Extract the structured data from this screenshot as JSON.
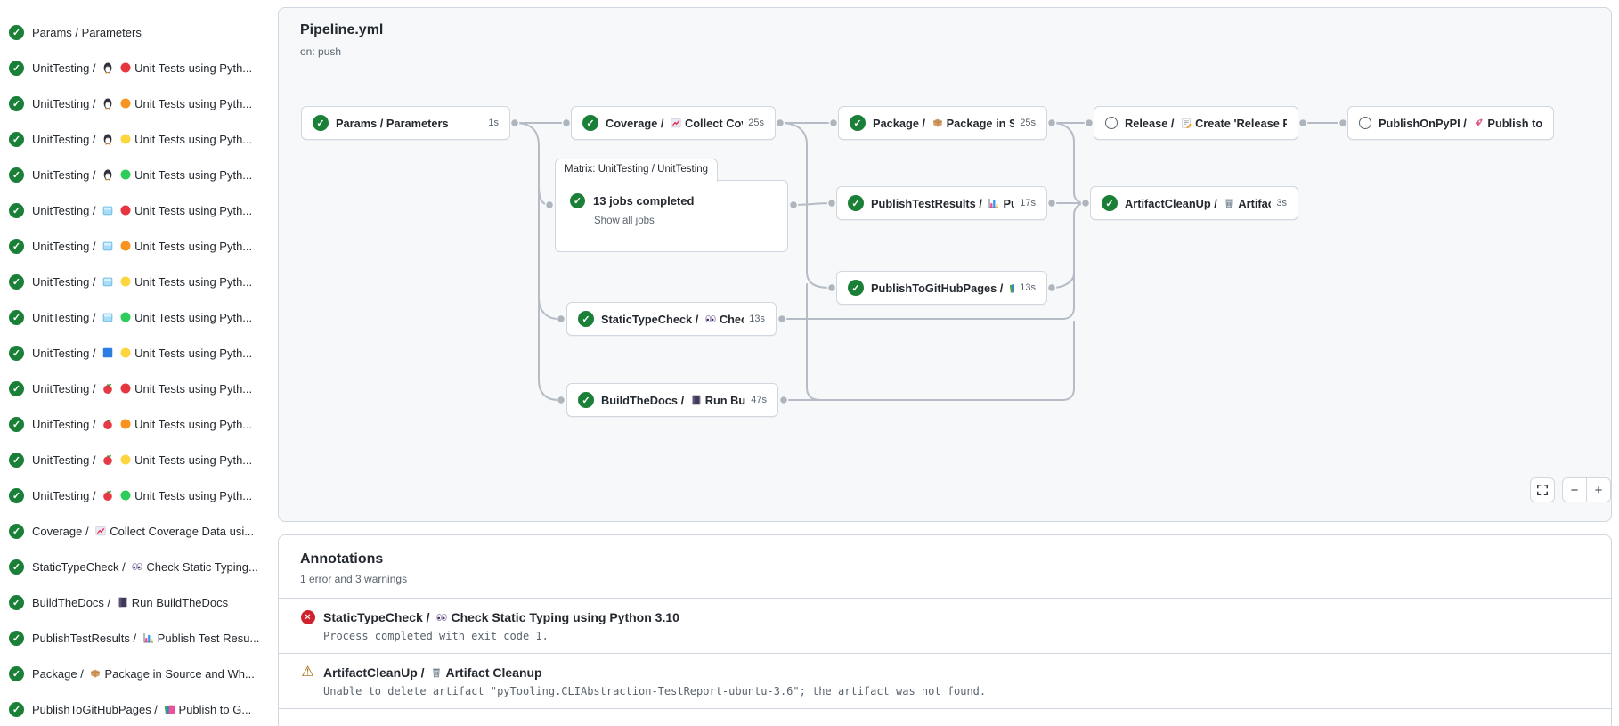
{
  "colors": {
    "success": "#1a7f37",
    "error": "#cf222e",
    "warning": "#9a6700",
    "border": "#d0d7de",
    "canvas": "#f6f8fa",
    "connector": "#b6bcc6",
    "text_primary": "#24292f",
    "text_secondary": "#59636e"
  },
  "sidebar": {
    "jobs": [
      {
        "status": "success",
        "prefix": "Params / Parameters",
        "icons": [],
        "suffix": ""
      },
      {
        "status": "success",
        "prefix": "UnitTesting / ",
        "icons": [
          "penguin",
          "dot-red"
        ],
        "suffix": "Unit Tests using Pyth..."
      },
      {
        "status": "success",
        "prefix": "UnitTesting / ",
        "icons": [
          "penguin",
          "dot-orange"
        ],
        "suffix": "Unit Tests using Pyth..."
      },
      {
        "status": "success",
        "prefix": "UnitTesting / ",
        "icons": [
          "penguin",
          "dot-yellow"
        ],
        "suffix": "Unit Tests using Pyth..."
      },
      {
        "status": "success",
        "prefix": "UnitTesting / ",
        "icons": [
          "penguin",
          "dot-green"
        ],
        "suffix": "Unit Tests using Pyth..."
      },
      {
        "status": "success",
        "prefix": "UnitTesting / ",
        "icons": [
          "icecube",
          "dot-red"
        ],
        "suffix": "Unit Tests using Pyth..."
      },
      {
        "status": "success",
        "prefix": "UnitTesting / ",
        "icons": [
          "icecube",
          "dot-orange"
        ],
        "suffix": "Unit Tests using Pyth..."
      },
      {
        "status": "success",
        "prefix": "UnitTesting / ",
        "icons": [
          "icecube",
          "dot-yellow"
        ],
        "suffix": "Unit Tests using Pyth..."
      },
      {
        "status": "success",
        "prefix": "UnitTesting / ",
        "icons": [
          "icecube",
          "dot-green"
        ],
        "suffix": "Unit Tests using Pyth..."
      },
      {
        "status": "success",
        "prefix": "UnitTesting / ",
        "icons": [
          "blue-square",
          "dot-yellow"
        ],
        "suffix": "Unit Tests using Pyth..."
      },
      {
        "status": "success",
        "prefix": "UnitTesting / ",
        "icons": [
          "apple",
          "dot-red"
        ],
        "suffix": "Unit Tests using Pyth..."
      },
      {
        "status": "success",
        "prefix": "UnitTesting / ",
        "icons": [
          "apple",
          "dot-orange"
        ],
        "suffix": "Unit Tests using Pyth..."
      },
      {
        "status": "success",
        "prefix": "UnitTesting / ",
        "icons": [
          "apple",
          "dot-yellow"
        ],
        "suffix": "Unit Tests using Pyth..."
      },
      {
        "status": "success",
        "prefix": "UnitTesting / ",
        "icons": [
          "apple",
          "dot-green"
        ],
        "suffix": "Unit Tests using Pyth..."
      },
      {
        "status": "success",
        "prefix": "Coverage / ",
        "icons": [
          "chart-up"
        ],
        "suffix": "Collect Coverage Data usi..."
      },
      {
        "status": "success",
        "prefix": "StaticTypeCheck / ",
        "icons": [
          "eyes"
        ],
        "suffix": "Check Static Typing..."
      },
      {
        "status": "success",
        "prefix": "BuildTheDocs / ",
        "icons": [
          "book"
        ],
        "suffix": "Run BuildTheDocs"
      },
      {
        "status": "success",
        "prefix": "PublishTestResults / ",
        "icons": [
          "bar-chart"
        ],
        "suffix": "Publish Test Resu..."
      },
      {
        "status": "success",
        "prefix": "Package / ",
        "icons": [
          "package"
        ],
        "suffix": "Package in Source and Wh..."
      },
      {
        "status": "success",
        "prefix": "PublishToGitHubPages / ",
        "icons": [
          "books"
        ],
        "suffix": "Publish to G..."
      }
    ]
  },
  "graph": {
    "title": "Pipeline.yml",
    "trigger": "on: push",
    "matrix": {
      "tab": "Matrix: UnitTesting / UnitTesting",
      "status_text": "13 jobs completed",
      "link": "Show all jobs"
    },
    "nodes": [
      {
        "id": "params",
        "status": "success",
        "prefix": "Params / Parameters",
        "icons": [],
        "suffix": "",
        "time": "1s"
      },
      {
        "id": "coverage",
        "status": "success",
        "prefix": "Coverage / ",
        "icons": [
          "chart-up"
        ],
        "suffix": "Collect Cove...",
        "time": "25s"
      },
      {
        "id": "package",
        "status": "success",
        "prefix": "Package / ",
        "icons": [
          "package"
        ],
        "suffix": "Package in So...",
        "time": "25s"
      },
      {
        "id": "release",
        "status": "skipped",
        "prefix": "Release / ",
        "icons": [
          "memo"
        ],
        "suffix": "Create 'Release P...",
        "time": ""
      },
      {
        "id": "pypi",
        "status": "skipped",
        "prefix": "PublishOnPyPI / ",
        "icons": [
          "rocket"
        ],
        "suffix": "Publish to ...",
        "time": ""
      },
      {
        "id": "ptr",
        "status": "success",
        "prefix": "PublishTestResults / ",
        "icons": [
          "bar-chart"
        ],
        "suffix": "Pu...",
        "time": "17s"
      },
      {
        "id": "acu",
        "status": "success",
        "prefix": "ArtifactCleanUp / ",
        "icons": [
          "trash"
        ],
        "suffix": "Artifac...",
        "time": "3s"
      },
      {
        "id": "ptghp",
        "status": "success",
        "prefix": "PublishToGitHubPages / ",
        "icons": [
          "books"
        ],
        "suffix": "...",
        "time": "13s"
      },
      {
        "id": "stc",
        "status": "success",
        "prefix": "StaticTypeCheck / ",
        "icons": [
          "eyes"
        ],
        "suffix": "Chec...",
        "time": "13s"
      },
      {
        "id": "btd",
        "status": "success",
        "prefix": "BuildTheDocs / ",
        "icons": [
          "book"
        ],
        "suffix": "Run Buil...",
        "time": "47s"
      }
    ],
    "controls": {
      "zoom_out_label": "−",
      "zoom_in_label": "+"
    }
  },
  "annotations": {
    "title": "Annotations",
    "summary": "1 error and 3 warnings",
    "items": [
      {
        "severity": "error",
        "prefix": "StaticTypeCheck / ",
        "icons": [
          "eyes"
        ],
        "suffix": "Check Static Typing using Python 3.10",
        "message": "Process completed with exit code 1."
      },
      {
        "severity": "warning",
        "prefix": "ArtifactCleanUp / ",
        "icons": [
          "trash"
        ],
        "suffix": "Artifact Cleanup",
        "message": "Unable to delete artifact \"pyTooling.CLIAbstraction-TestReport-ubuntu-3.6\"; the artifact was not found."
      }
    ]
  }
}
